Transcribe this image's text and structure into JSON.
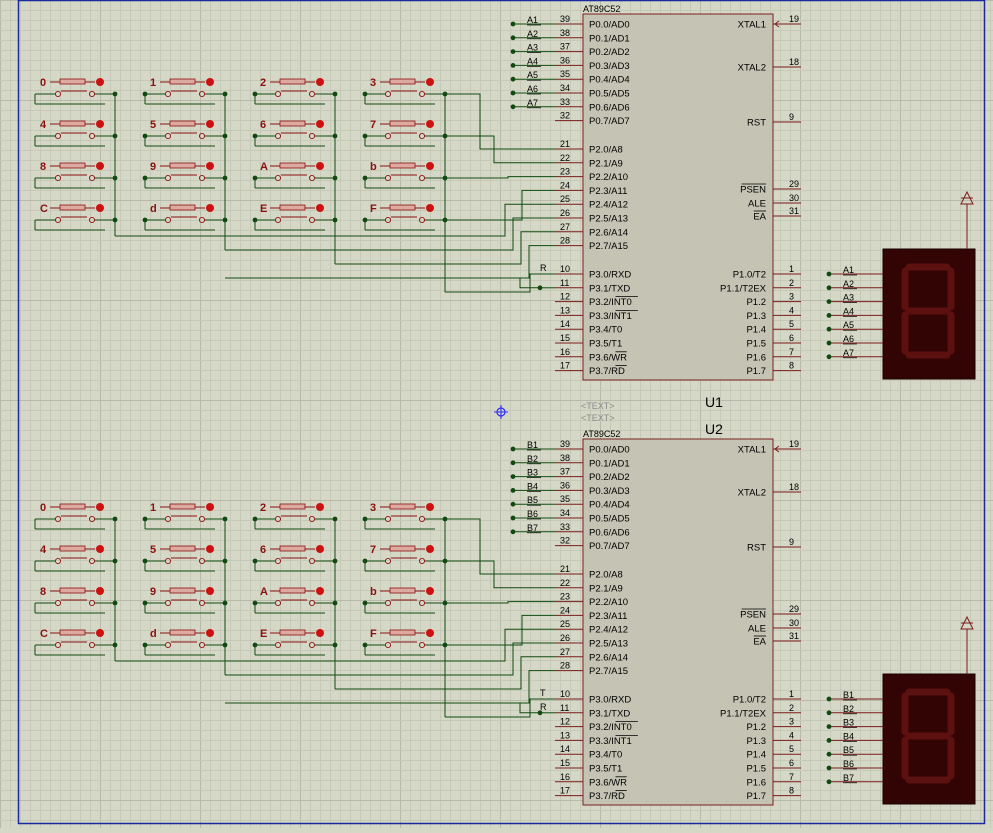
{
  "colors": {
    "background": "#d6d8c7",
    "grid_minor": "#c7c9b8",
    "grid_major": "#b7b9a9",
    "sheet_border": "#1a2a9e",
    "wire": "#104a10",
    "ic_fill": "#c4c3b4",
    "ic_stroke": "#7a2020",
    "pin_line": "#7a1a1a",
    "pin_text": "#000000",
    "key_label": "#8b1010",
    "key_fill": "#dcaaa0",
    "key_dot": "#cc1111",
    "display_body": "#320404",
    "display_seg": "#5c1010",
    "origin": "#2a2aff"
  },
  "chips": [
    {
      "name": "U1",
      "part": "AT89C52",
      "text_placeholder": "<TEXT>",
      "net_prefix": "A",
      "port_pins": [
        {
          "label": "A1",
          "pin": "39"
        },
        {
          "label": "A2",
          "pin": "38"
        },
        {
          "label": "A3",
          "pin": "37"
        },
        {
          "label": "A4",
          "pin": "36"
        },
        {
          "label": "A5",
          "pin": "35"
        },
        {
          "label": "A6",
          "pin": "34"
        },
        {
          "label": "A7",
          "pin": "33"
        },
        {
          "label": "",
          "pin": "32"
        }
      ],
      "out_labels": [
        "A1",
        "A2",
        "A3",
        "A4",
        "A5",
        "A6",
        "A7"
      ],
      "p3_nets": [
        "R",
        ""
      ]
    },
    {
      "name": "U2",
      "part": "AT89C52",
      "text_placeholder": "<TEXT>",
      "net_prefix": "B",
      "port_pins": [
        {
          "label": "B1",
          "pin": "39"
        },
        {
          "label": "B2",
          "pin": "38"
        },
        {
          "label": "B3",
          "pin": "37"
        },
        {
          "label": "B4",
          "pin": "36"
        },
        {
          "label": "B5",
          "pin": "35"
        },
        {
          "label": "B6",
          "pin": "34"
        },
        {
          "label": "B7",
          "pin": "33"
        },
        {
          "label": "",
          "pin": "32"
        }
      ],
      "out_labels": [
        "B1",
        "B2",
        "B3",
        "B4",
        "B5",
        "B6",
        "B7"
      ],
      "p3_nets": [
        "T",
        "R"
      ]
    }
  ],
  "left_pins": [
    {
      "pin": "39",
      "name": "P0.0/AD0"
    },
    {
      "pin": "38",
      "name": "P0.1/AD1"
    },
    {
      "pin": "37",
      "name": "P0.2/AD2"
    },
    {
      "pin": "36",
      "name": "P0.3/AD3"
    },
    {
      "pin": "35",
      "name": "P0.4/AD4"
    },
    {
      "pin": "34",
      "name": "P0.5/AD5"
    },
    {
      "pin": "33",
      "name": "P0.6/AD6"
    },
    {
      "pin": "32",
      "name": "P0.7/AD7"
    },
    {
      "pin": "21",
      "name": "P2.0/A8"
    },
    {
      "pin": "22",
      "name": "P2.1/A9"
    },
    {
      "pin": "23",
      "name": "P2.2/A10"
    },
    {
      "pin": "24",
      "name": "P2.3/A11"
    },
    {
      "pin": "25",
      "name": "P2.4/A12"
    },
    {
      "pin": "26",
      "name": "P2.5/A13"
    },
    {
      "pin": "27",
      "name": "P2.6/A14"
    },
    {
      "pin": "28",
      "name": "P2.7/A15"
    },
    {
      "pin": "10",
      "name": "P3.0/RXD"
    },
    {
      "pin": "11",
      "name": "P3.1/TXD"
    },
    {
      "pin": "12",
      "name": "P3.2/INT0"
    },
    {
      "pin": "13",
      "name": "P3.3/INT1"
    },
    {
      "pin": "14",
      "name": "P3.4/T0"
    },
    {
      "pin": "15",
      "name": "P3.5/T1"
    },
    {
      "pin": "16",
      "name": "P3.6/WR"
    },
    {
      "pin": "17",
      "name": "P3.7/RD"
    }
  ],
  "right_pins_top": [
    {
      "pin": "19",
      "name": "XTAL1"
    },
    {
      "pin": "18",
      "name": "XTAL2"
    },
    {
      "pin": "9",
      "name": "RST"
    },
    {
      "pin": "29",
      "name": "PSEN"
    },
    {
      "pin": "30",
      "name": "ALE"
    },
    {
      "pin": "31",
      "name": "EA"
    }
  ],
  "right_pins_p1": [
    {
      "pin": "1",
      "name": "P1.0/T2"
    },
    {
      "pin": "2",
      "name": "P1.1/T2EX"
    },
    {
      "pin": "3",
      "name": "P1.2"
    },
    {
      "pin": "4",
      "name": "P1.3"
    },
    {
      "pin": "5",
      "name": "P1.4"
    },
    {
      "pin": "6",
      "name": "P1.5"
    },
    {
      "pin": "7",
      "name": "P1.6"
    },
    {
      "pin": "8",
      "name": "P1.7"
    }
  ],
  "keypad_labels": [
    [
      "0",
      "1",
      "2",
      "3"
    ],
    [
      "4",
      "5",
      "6",
      "7"
    ],
    [
      "8",
      "9",
      "A",
      "b"
    ],
    [
      "C",
      "d",
      "E",
      "F"
    ]
  ]
}
